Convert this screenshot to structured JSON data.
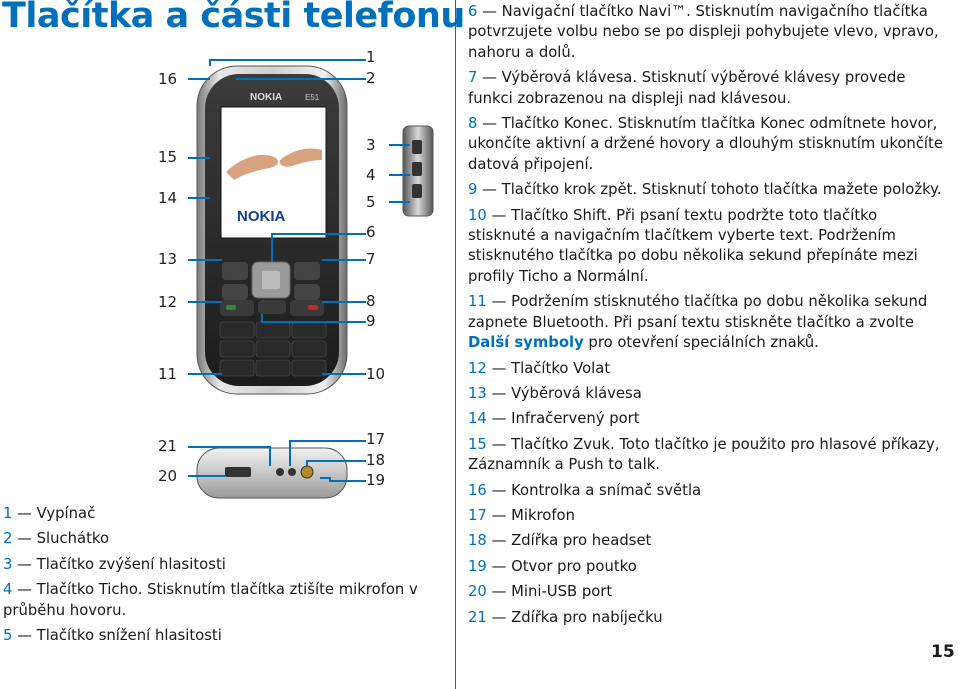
{
  "page": {
    "title": "Tlačítka a části telefonu",
    "page_number": "15"
  },
  "phone": {
    "brand_top": "NOKIA",
    "model": "E51",
    "brand_screen": "NOKIA",
    "colors": {
      "accent": "#0070bd",
      "body": "#2b2b2b",
      "frame": "#c8c8c8"
    }
  },
  "callouts": [
    "1",
    "2",
    "3",
    "4",
    "5",
    "6",
    "7",
    "8",
    "9",
    "10",
    "11",
    "12",
    "13",
    "14",
    "15",
    "16",
    "17",
    "18",
    "19",
    "20",
    "21"
  ],
  "left_items": [
    {
      "num": "1",
      "dash": "—",
      "text": "Vypínač"
    },
    {
      "num": "2",
      "dash": "—",
      "text": "Sluchátko"
    },
    {
      "num": "3",
      "dash": "—",
      "text": "Tlačítko zvýšení hlasitosti"
    },
    {
      "num": "4",
      "dash": "—",
      "text": "Tlačítko Ticho. Stisknutím tlačítka ztišíte mikrofon v průběhu hovoru."
    },
    {
      "num": "5",
      "dash": "—",
      "text": "Tlačítko snížení hlasitosti"
    }
  ],
  "right_items": [
    {
      "num": "6",
      "dash": "—",
      "text": "Navigační tlačítko Navi™. Stisknutím navigačního tlačítka potvrzujete volbu nebo se po displeji pohybujete vlevo, vpravo, nahoru a dolů."
    },
    {
      "num": "7",
      "dash": "—",
      "text": "Výběrová klávesa. Stisknutí výběrové klávesy provede funkci zobrazenou na displeji nad klávesou."
    },
    {
      "num": "8",
      "dash": "—",
      "text": "Tlačítko Konec. Stisknutím tlačítka Konec odmítnete hovor, ukončíte aktivní a držené hovory a dlouhým stisknutím ukončíte datová připojení."
    },
    {
      "num": "9",
      "dash": "—",
      "text": "Tlačítko krok zpět. Stisknutí tohoto tlačítka mažete položky."
    },
    {
      "num": "10",
      "dash": "—",
      "text": "Tlačítko Shift. Při psaní textu podržte toto tlačítko stisknuté a navigačním tlačítkem vyberte text. Podržením stisknutého tlačítka po dobu několika sekund přepínáte mezi profily Ticho a Normální."
    },
    {
      "num": "11",
      "dash": "—",
      "text_before": "Podržením stisknutého tlačítka po dobu několika sekund zapnete Bluetooth. Při psaní textu stiskněte tlačítko a zvolte ",
      "highlight": "Další symboly",
      "text_after": " pro otevření speciálních znaků."
    },
    {
      "num": "12",
      "dash": "—",
      "text": "Tlačítko Volat"
    },
    {
      "num": "13",
      "dash": "—",
      "text": "Výběrová klávesa"
    },
    {
      "num": "14",
      "dash": "—",
      "text": "Infračervený port"
    },
    {
      "num": "15",
      "dash": "—",
      "text": "Tlačítko Zvuk. Toto tlačítko je použito pro hlasové příkazy, Záznamník a Push to talk."
    },
    {
      "num": "16",
      "dash": "—",
      "text": "Kontrolka a snímač světla"
    },
    {
      "num": "17",
      "dash": "—",
      "text": "Mikrofon"
    },
    {
      "num": "18",
      "dash": "—",
      "text": "Zdířka pro headset"
    },
    {
      "num": "19",
      "dash": "—",
      "text": "Otvor pro poutko"
    },
    {
      "num": "20",
      "dash": "—",
      "text": "Mini-USB port"
    },
    {
      "num": "21",
      "dash": "—",
      "text": "Zdířka pro nabíječku"
    }
  ]
}
